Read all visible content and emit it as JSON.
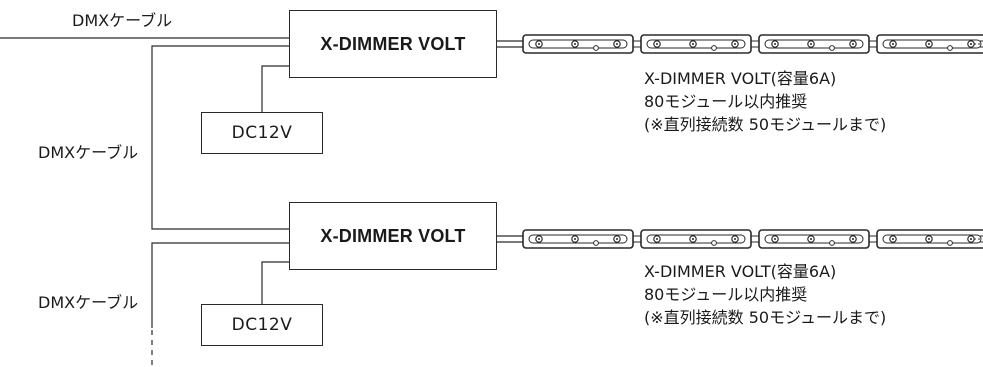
{
  "cable_labels": {
    "top": "DMXケーブル",
    "middle": "DMXケーブル",
    "bottom": "DMXケーブル"
  },
  "units": [
    {
      "dimmer_label": "X-DIMMER VOLT",
      "power_label": "DC12V",
      "spec_lines": [
        "X-DIMMER VOLT(容量6A)",
        "80モジュール以内推奨",
        "(※直列接続数 50モジュールまで)"
      ]
    },
    {
      "dimmer_label": "X-DIMMER VOLT",
      "power_label": "DC12V",
      "spec_lines": [
        "X-DIMMER VOLT(容量6A)",
        "80モジュール以内推奨",
        "(※直列接続数 50モジュールまで)"
      ]
    }
  ],
  "colors": {
    "line": "#2a2a2a",
    "text": "#1a1a1a",
    "background": "#ffffff"
  }
}
